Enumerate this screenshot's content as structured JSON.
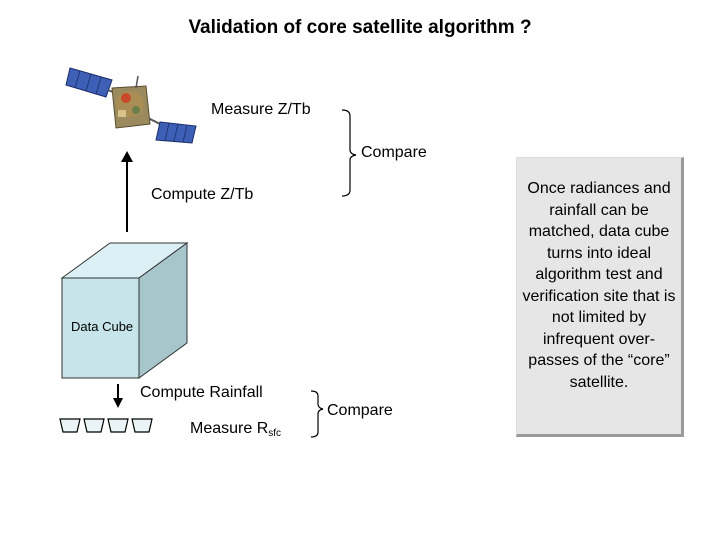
{
  "title": "Validation of core satellite algorithm ?",
  "labels": {
    "measure_ztb": "Measure Z/Tb",
    "compare_top": "Compare",
    "compute_ztb": "Compute Z/Tb",
    "data_cube": "Data Cube",
    "compute_rainfall": "Compute Rainfall",
    "measure_r": "Measure R",
    "measure_r_sub": "sfc",
    "compare_bottom": "Compare"
  },
  "note": "Once radiances and rainfall can be matched, data cube turns into ideal algorithm test and verification site that is not limited by infrequent over-passes of the “core” satellite.",
  "icons": [
    "satellite-icon",
    "rain-gauge-icon"
  ],
  "colors": {
    "cube_front": "#c6e4ea",
    "cube_top": "#dbf0f4",
    "cube_side": "#a7c6cc",
    "note_bg": "#e6e6e6"
  }
}
